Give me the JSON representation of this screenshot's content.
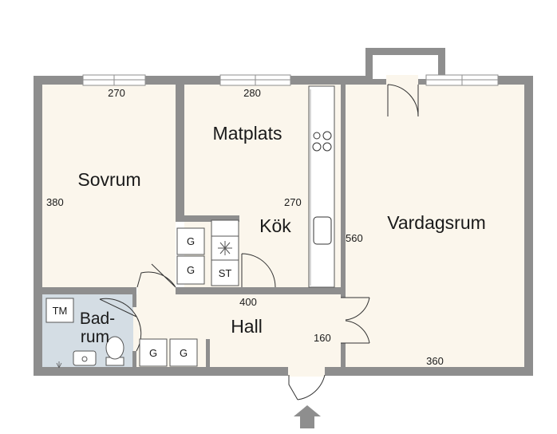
{
  "rooms": {
    "sovrum": "Sovrum",
    "matplats": "Matplats",
    "kok": "Kök",
    "vardagsrum": "Vardagsrum",
    "hall": "Hall",
    "badrum_line1": "Bad-",
    "badrum_line2": "rum"
  },
  "dimensions": {
    "sovrum_width": "270",
    "matplats_width": "280",
    "sovrum_depth": "380",
    "kok_depth": "270",
    "vardagsrum_depth": "560",
    "hall_width": "400",
    "hall_depth": "160",
    "vardagsrum_width": "360"
  },
  "appliances": {
    "washer": "TM",
    "closet": "G",
    "stove": "ST"
  },
  "icons": {
    "entrance": "entrance-arrow-icon",
    "hob": "hob-burners-icon",
    "sink": "sink-icon",
    "toilet": "toilet-icon",
    "fan": "fan-icon"
  },
  "colors": {
    "wall": "#8e8e8e",
    "floor": "#fbf6ec",
    "bathroom_floor": "#d4dde4"
  }
}
